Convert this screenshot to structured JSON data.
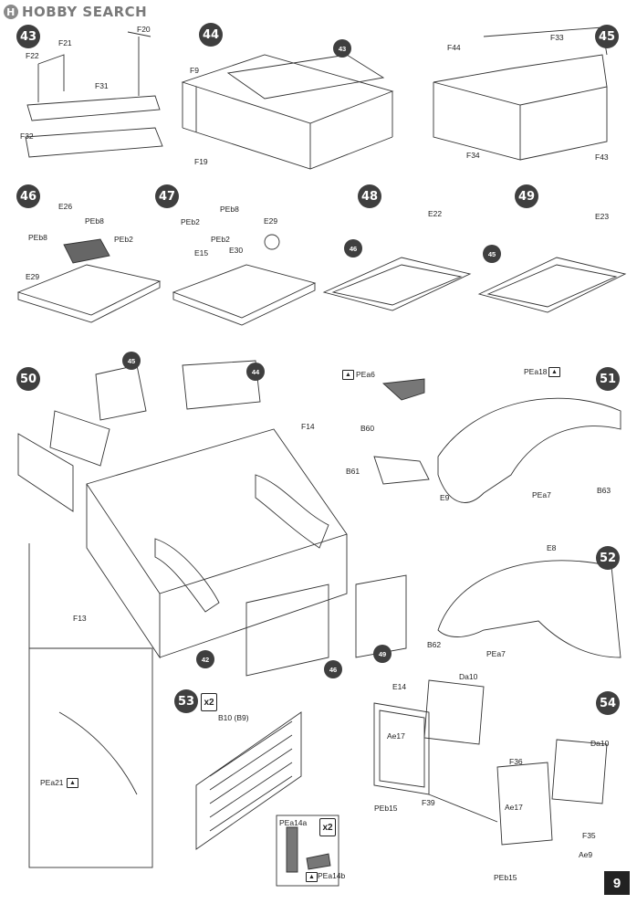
{
  "watermark": {
    "text": "HOBBY SEARCH",
    "logo_glyph": "H"
  },
  "page_number": "9",
  "steps": [
    {
      "n": "43",
      "labels": [
        "F20",
        "F21",
        "F22",
        "F31",
        "F32"
      ]
    },
    {
      "n": "44",
      "labels": [
        "F9",
        "F19"
      ],
      "ref": "43"
    },
    {
      "n": "45",
      "labels": [
        "F44",
        "F33",
        "F34",
        "F43"
      ]
    },
    {
      "n": "46",
      "labels": [
        "E26",
        "PEb8",
        "PEb8",
        "PEb2",
        "E29"
      ]
    },
    {
      "n": "47",
      "labels": [
        "PEb8",
        "E29",
        "PEb2",
        "PEb2",
        "E15",
        "E30"
      ]
    },
    {
      "n": "48",
      "labels": [
        "E22"
      ],
      "ref": "46"
    },
    {
      "n": "49",
      "labels": [
        "E23"
      ],
      "ref": "45"
    },
    {
      "n": "50",
      "labels": [
        "F14",
        "F13",
        "PEa21"
      ],
      "refs": [
        "45",
        "44",
        "42",
        "46",
        "49"
      ]
    },
    {
      "n": "51",
      "labels": [
        "PEa6",
        "PEa18",
        "B60",
        "B61",
        "E9",
        "PEa7",
        "B63"
      ]
    },
    {
      "n": "52",
      "labels": [
        "E8",
        "B62",
        "PEa7"
      ]
    },
    {
      "n": "53",
      "multiplier": "x2",
      "labels": [
        "B10 (B9)",
        "PEa14a",
        "PEa14b"
      ],
      "sub_multiplier": "x2"
    },
    {
      "n": "54",
      "labels": [
        "E14",
        "Da10",
        "Ae17",
        "F36",
        "Da10",
        "Ae17",
        "PEb15",
        "F39",
        "F35",
        "Ae9",
        "PEb15"
      ]
    }
  ],
  "icons": {
    "pe_icon": "photo-etched-part-icon"
  }
}
